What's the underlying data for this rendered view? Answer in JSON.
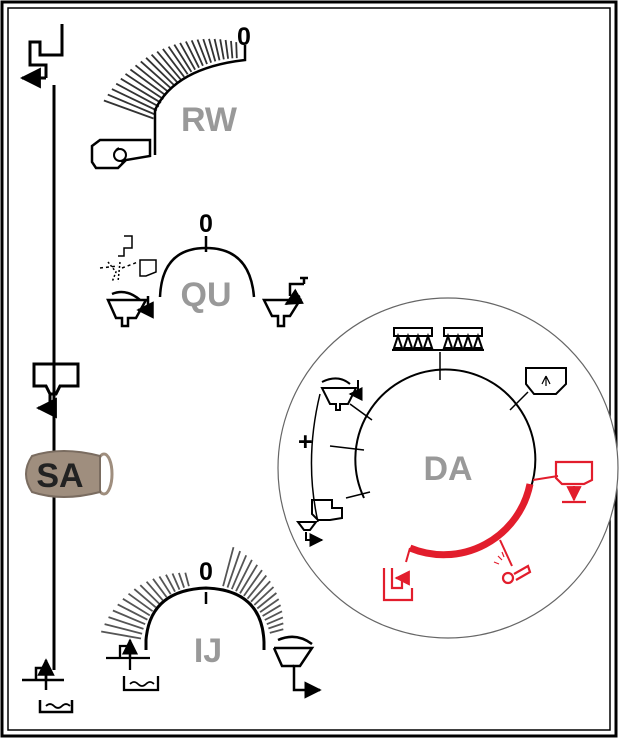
{
  "dials": {
    "rw": {
      "label": "RW",
      "zero": "0"
    },
    "qu": {
      "label": "QU",
      "zero": "0"
    },
    "ij": {
      "label": "IJ",
      "zero": "0"
    }
  },
  "sa_button": {
    "label": "SA"
  },
  "da_dial": {
    "label": "DA",
    "plus": "+",
    "highlight_color": "#e21d2c"
  },
  "colors": {
    "line": "#000000",
    "label_gray": "#999999",
    "sa_fill": "#9f8e7e",
    "highlight": "#e21d2c"
  }
}
